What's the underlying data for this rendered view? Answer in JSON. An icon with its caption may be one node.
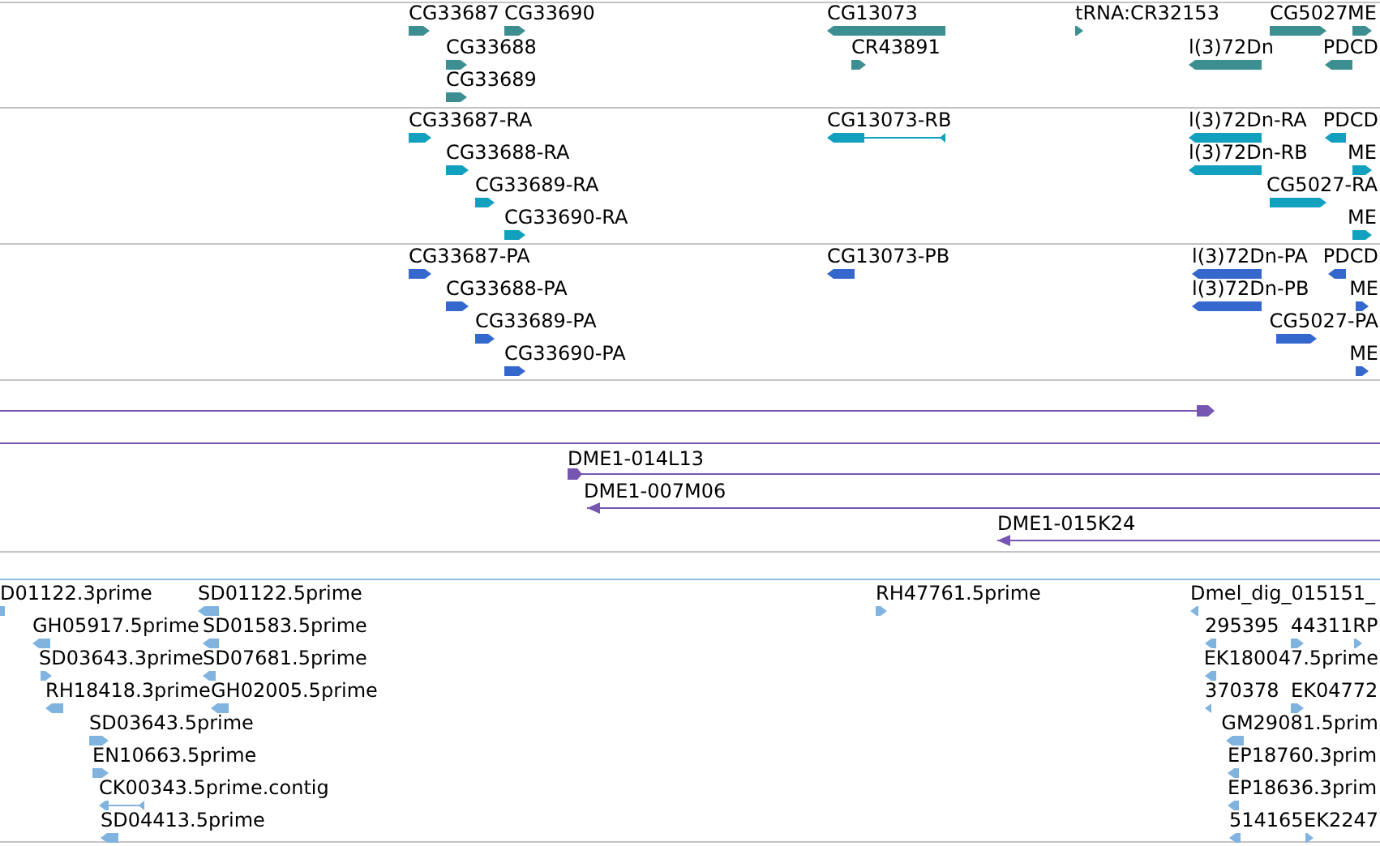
{
  "diagram": {
    "labels": [
      "CG33687",
      "CG33690",
      "CG13073",
      "tRNA:CR32153",
      "CG5027",
      "ME",
      "CG33688",
      "CR43891",
      "l(3)72Dn",
      "PDCD",
      "CG33689",
      "CG33687-RA",
      "CG13073-RB",
      "l(3)72Dn-RA",
      "PDCD",
      "CG33688-RA",
      "l(3)72Dn-RB",
      "ME",
      "CG33689-RA",
      "CG5027-RA",
      "CG33690-RA",
      "ME",
      "CG33687-PA",
      "CG13073-PB",
      "l(3)72Dn-PA",
      "PDCD",
      "CG33688-PA",
      "l(3)72Dn-PB",
      "ME",
      "CG33689-PA",
      "CG5027-PA",
      "CG33690-PA",
      "ME",
      "DME1-014L13",
      "DME1-007M06",
      "DME1-015K24",
      "D01122.3prime",
      "SD01122.5prime",
      "RH47761.5prime",
      "Dmel_dig_015151_",
      "GH05917.5prime",
      "SD01583.5prime",
      "295395",
      "44311RP",
      "SD03643.3prime",
      "SD07681.5prime",
      "EK180047.5prime",
      "RH18418.3prime",
      "GH02005.5prime",
      "370378",
      "EK04772",
      "SD03643.5prime",
      "GM29081.5prim",
      "EN10663.5prime",
      "EP18760.3prim",
      "CK00343.5prime.contig",
      "EP18636.3prim",
      "SD04413.5prime",
      "514165",
      "EK2247"
    ]
  }
}
